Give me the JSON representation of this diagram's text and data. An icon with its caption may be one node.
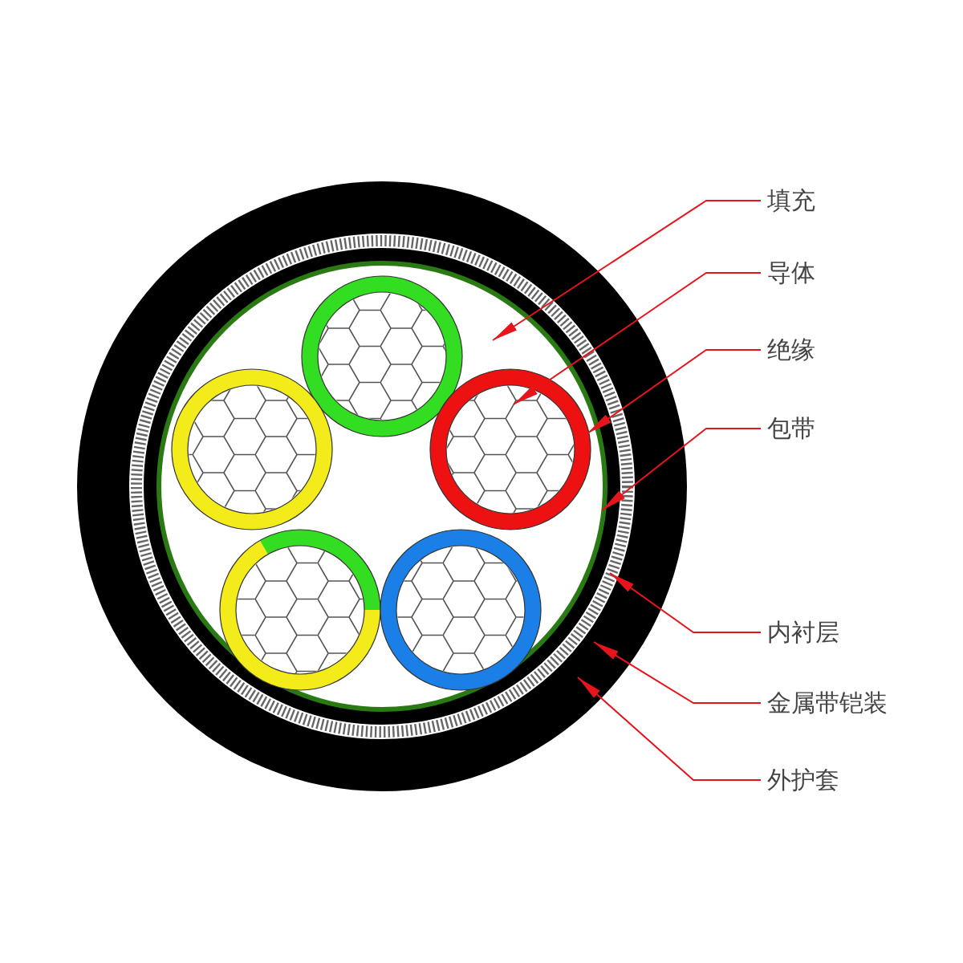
{
  "diagram": {
    "nodes": [
      {
        "text": [
          "填充"
        ]
      },
      {
        "text": [
          "导体"
        ]
      },
      {
        "text": [
          "绝缘"
        ]
      },
      {
        "text": [
          "包带"
        ]
      },
      {
        "text": [
          "内衬层"
        ]
      },
      {
        "text": [
          "金属带铠装"
        ]
      },
      {
        "text": [
          "外护套"
        ]
      }
    ],
    "edges": [
      {
        "from": 0,
        "to": null,
        "arrow": "to"
      },
      {
        "from": 1,
        "to": null,
        "arrow": "to"
      },
      {
        "from": 2,
        "to": null,
        "arrow": "to"
      },
      {
        "from": 3,
        "to": null,
        "arrow": "to"
      },
      {
        "from": 4,
        "to": null,
        "arrow": "to"
      },
      {
        "from": 5,
        "to": null,
        "arrow": "to"
      },
      {
        "from": 6,
        "to": null,
        "arrow": "to"
      }
    ]
  }
}
